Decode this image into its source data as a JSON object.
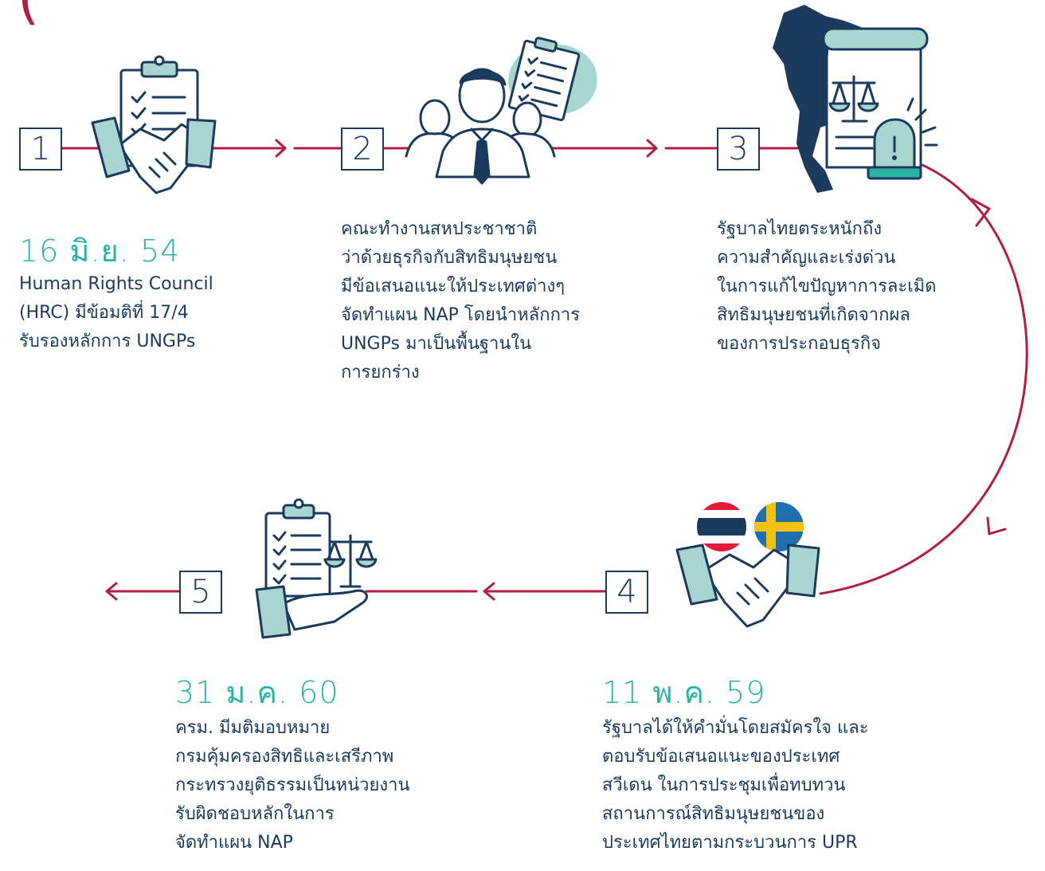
{
  "colors": {
    "line": "#b01e43",
    "navy": "#1b3a5c",
    "mint": "#a8d5cf",
    "teal": "#2bb3a3"
  },
  "corner_mark": "(",
  "steps": [
    {
      "number": "1",
      "icon": "clipboard-handshake-icon",
      "date": "16 มิ.ย. 54",
      "lines": [
        "Human Rights Council",
        "(HRC) มีข้อมติที่ 17/4",
        "รับรองหลักการ UNGPs"
      ]
    },
    {
      "number": "2",
      "icon": "un-working-group-icon",
      "date": "",
      "lines": [
        "คณะทำงานสหประชาชาติ",
        "ว่าด้วยธุรกิจกับสิทธิมนุษยชน",
        "มีข้อเสนอแนะให้ประเทศต่างๆ",
        "จัดทำแผน NAP โดยนำหลักการ",
        "UNGPs มาเป็นพื้นฐานใน",
        "การยกร่าง"
      ]
    },
    {
      "number": "3",
      "icon": "thailand-justice-alert-icon",
      "date": "",
      "lines": [
        "รัฐบาลไทยตระหนักถึง",
        "ความสำคัญและเร่งด่วน",
        "ในการแก้ไขปัญหาการละเมิด",
        "สิทธิมนุษยชนที่เกิดจากผล",
        "ของการประกอบธุรกิจ"
      ]
    },
    {
      "number": "4",
      "icon": "thai-swedish-handshake-icon",
      "date": "11 พ.ค. 59",
      "lines": [
        "รัฐบาลได้ให้คำมั่นโดยสมัครใจ และ",
        "ตอบรับข้อเสนอแนะของประเทศ",
        "สวีเดน ในการประชุมเพื่อทบทวน",
        "สถานการณ์สิทธิมนุษยชนของ",
        "ประเทศไทยตามกระบวนการ UPR"
      ]
    },
    {
      "number": "5",
      "icon": "clipboard-scales-hand-icon",
      "date": "31 ม.ค. 60",
      "lines": [
        "ครม. มีมติมอบหมาย",
        "กรมคุ้มครองสิทธิและเสรีภาพ",
        "กระทรวงยุติธรรมเป็นหน่วยงาน",
        "รับผิดชอบหลักในการ",
        "จัดทำแผน NAP"
      ]
    }
  ]
}
